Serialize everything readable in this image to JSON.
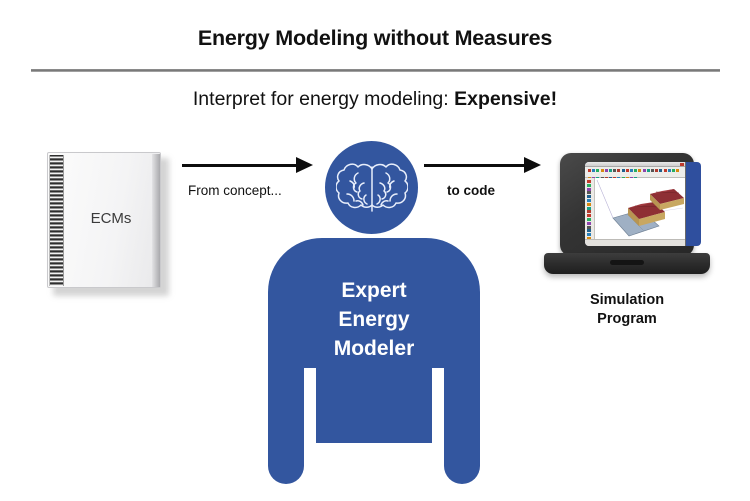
{
  "slide": {
    "title": "Energy Modeling without Measures",
    "subtitle_prefix": "Interpret for energy modeling: ",
    "subtitle_emphasis": "Expensive!"
  },
  "diagram": {
    "type": "process-flow",
    "source": {
      "icon": "spiral-notebook-icon",
      "label": "ECMs"
    },
    "arrows": [
      {
        "name": "from-concept",
        "label": "From concept...",
        "bold": false
      },
      {
        "name": "to-code",
        "label": "to code",
        "bold": true
      }
    ],
    "brain": {
      "icon": "brain-icon",
      "circle_color": "#33569F"
    },
    "person": {
      "icon": "person-figure-icon",
      "color": "#33569F",
      "lines": [
        "Expert",
        "Energy",
        "Modeler"
      ],
      "text_color": "#ffffff"
    },
    "output": {
      "icon": "laptop-icon",
      "caption_lines": [
        "Simulation",
        "Program"
      ],
      "screen_app": "3d-cad-modeling-window"
    }
  },
  "colors": {
    "brand_blue": "#33569F",
    "rule_gray": "#6f6f6f",
    "text_black": "#111111",
    "laptop_dark": "#2b2b2b",
    "screen_blue": "#2f4f9e",
    "roof_red": "#8e2f34",
    "wall_tan": "#c8a761",
    "ground_blue_gray": "#9fb0c4"
  }
}
